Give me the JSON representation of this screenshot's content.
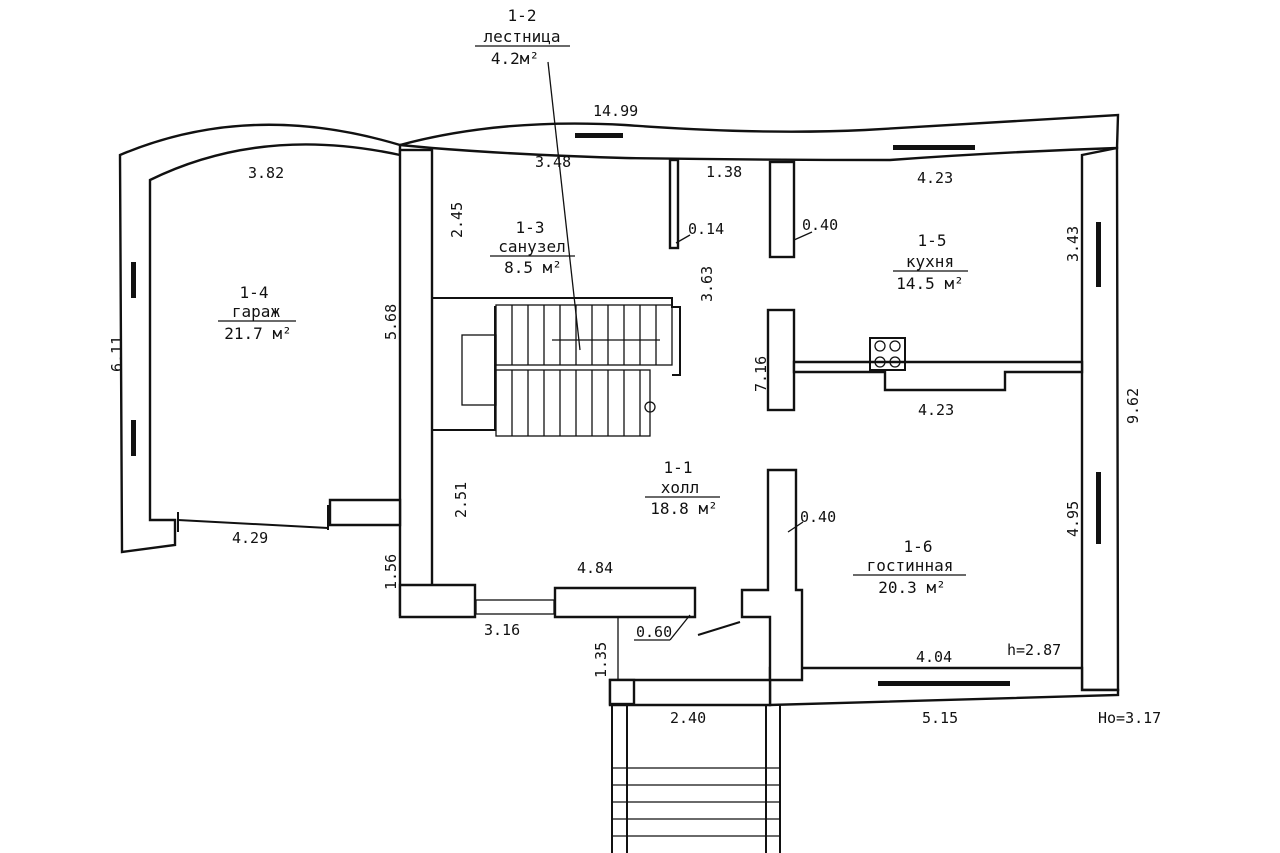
{
  "rooms": [
    {
      "id": "1-1",
      "name": "холл",
      "area": "18.8 м²"
    },
    {
      "id": "1-2",
      "name": "лестница",
      "area": "4.2м²"
    },
    {
      "id": "1-3",
      "name": "санузел",
      "area": "8.5 м²"
    },
    {
      "id": "1-4",
      "name": "гараж",
      "area": "21.7 м²"
    },
    {
      "id": "1-5",
      "name": "кухня",
      "area": "14.5 м²"
    },
    {
      "id": "1-6",
      "name": "гостинная",
      "area": "20.3 м²"
    }
  ],
  "dimensions": {
    "top_overall": "14.99",
    "garage_top": "3.82",
    "bath_top": "3.48",
    "small_top": "1.38",
    "kitchen_top": "4.23",
    "bath_side": "2.45",
    "partition_014": "0.14",
    "partition_040_upper": "0.40",
    "kitchen_side": "3.43",
    "stair_side": "3.63",
    "garage_side": "5.68",
    "garage_left": "6.11",
    "center_side": "7.16",
    "right_overall": "9.62",
    "kitchen_bottom": "4.23",
    "hall_side": "2.51",
    "partition_040_lower": "0.40",
    "living_side": "4.95",
    "garage_bottom": "4.29",
    "garage_ext_side": "1.56",
    "hall_bottom": "4.84",
    "bay_bottom": "3.16",
    "entry_width": "0.60",
    "porch_side": "1.35",
    "porch_bottom": "2.40",
    "living_bottom": "4.04",
    "bottom_right": "5.15"
  },
  "heights": {
    "ceiling": "h=2.87",
    "floor": "Ho=3.17"
  }
}
